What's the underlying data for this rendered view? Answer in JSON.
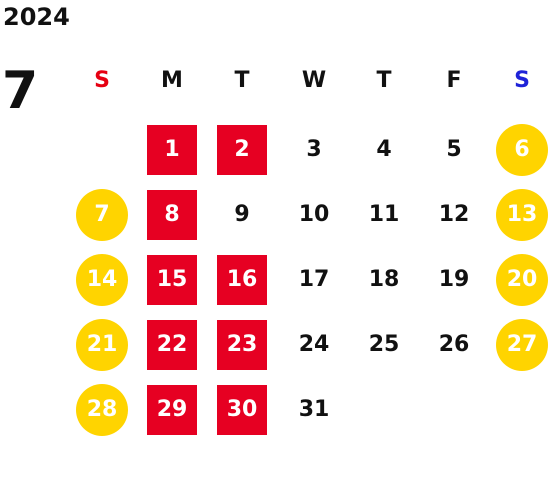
{
  "year": "2024",
  "month": "7",
  "colors": {
    "sunday_label": "#e60012",
    "saturday_label": "#1f23d8",
    "weekday_label": "#111111",
    "holiday_box": "#e60022",
    "weekend_circle": "#ffd400",
    "holiday_text": "#ffffff",
    "normal_text": "#111111"
  },
  "weekdays": [
    "S",
    "M",
    "T",
    "W",
    "T",
    "F",
    "S"
  ],
  "days": [
    {
      "label": "1",
      "col": 1,
      "week": 0,
      "style": "holiday-red"
    },
    {
      "label": "2",
      "col": 2,
      "week": 0,
      "style": "holiday-red"
    },
    {
      "label": "3",
      "col": 3,
      "week": 0,
      "style": "normal"
    },
    {
      "label": "4",
      "col": 4,
      "week": 0,
      "style": "normal"
    },
    {
      "label": "5",
      "col": 5,
      "week": 0,
      "style": "normal"
    },
    {
      "label": "6",
      "col": 6,
      "week": 0,
      "style": "weekend-yellow"
    },
    {
      "label": "7",
      "col": 0,
      "week": 1,
      "style": "weekend-yellow"
    },
    {
      "label": "8",
      "col": 1,
      "week": 1,
      "style": "holiday-red"
    },
    {
      "label": "9",
      "col": 2,
      "week": 1,
      "style": "normal"
    },
    {
      "label": "10",
      "col": 3,
      "week": 1,
      "style": "normal"
    },
    {
      "label": "11",
      "col": 4,
      "week": 1,
      "style": "normal"
    },
    {
      "label": "12",
      "col": 5,
      "week": 1,
      "style": "normal"
    },
    {
      "label": "13",
      "col": 6,
      "week": 1,
      "style": "weekend-yellow"
    },
    {
      "label": "14",
      "col": 0,
      "week": 2,
      "style": "weekend-yellow"
    },
    {
      "label": "15",
      "col": 1,
      "week": 2,
      "style": "holiday-red"
    },
    {
      "label": "16",
      "col": 2,
      "week": 2,
      "style": "holiday-red"
    },
    {
      "label": "17",
      "col": 3,
      "week": 2,
      "style": "normal"
    },
    {
      "label": "18",
      "col": 4,
      "week": 2,
      "style": "normal"
    },
    {
      "label": "19",
      "col": 5,
      "week": 2,
      "style": "normal"
    },
    {
      "label": "20",
      "col": 6,
      "week": 2,
      "style": "weekend-yellow"
    },
    {
      "label": "21",
      "col": 0,
      "week": 3,
      "style": "weekend-yellow"
    },
    {
      "label": "22",
      "col": 1,
      "week": 3,
      "style": "holiday-red"
    },
    {
      "label": "23",
      "col": 2,
      "week": 3,
      "style": "holiday-red"
    },
    {
      "label": "24",
      "col": 3,
      "week": 3,
      "style": "normal"
    },
    {
      "label": "25",
      "col": 4,
      "week": 3,
      "style": "normal"
    },
    {
      "label": "26",
      "col": 5,
      "week": 3,
      "style": "normal"
    },
    {
      "label": "27",
      "col": 6,
      "week": 3,
      "style": "weekend-yellow"
    },
    {
      "label": "28",
      "col": 0,
      "week": 4,
      "style": "weekend-yellow"
    },
    {
      "label": "29",
      "col": 1,
      "week": 4,
      "style": "holiday-red"
    },
    {
      "label": "30",
      "col": 2,
      "week": 4,
      "style": "holiday-red"
    },
    {
      "label": "31",
      "col": 3,
      "week": 4,
      "style": "normal"
    }
  ]
}
